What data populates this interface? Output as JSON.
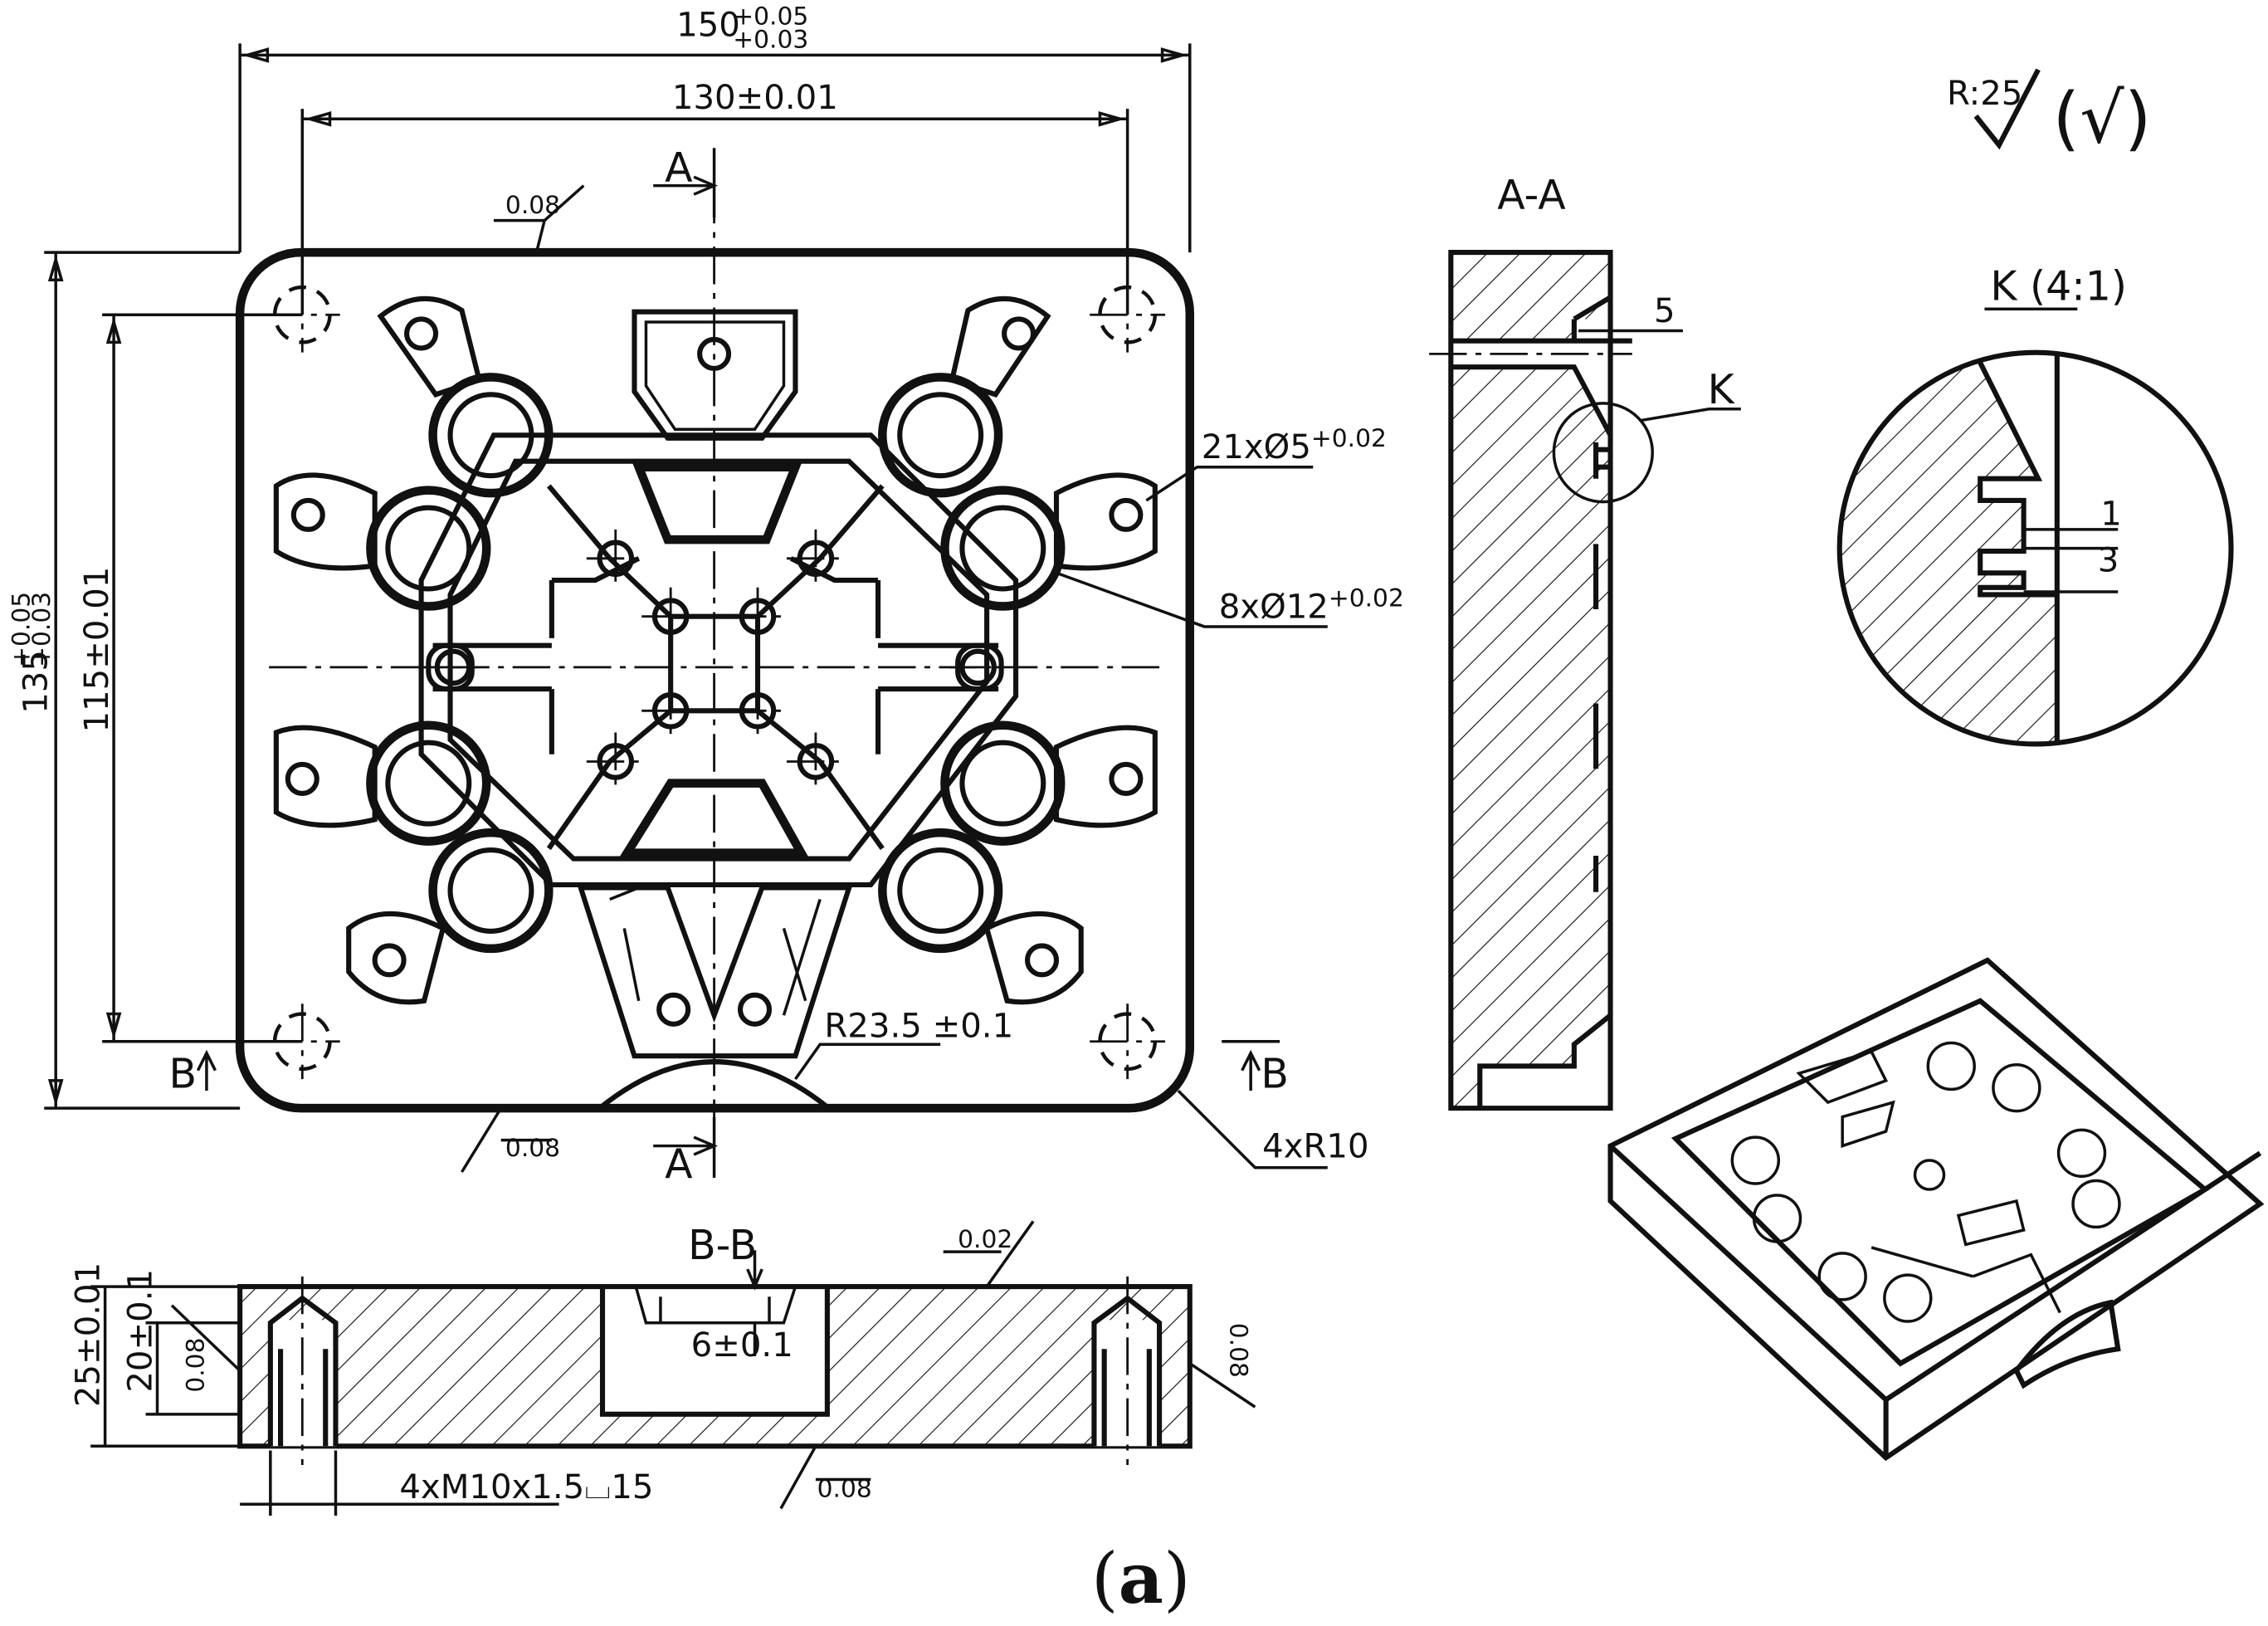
{
  "views": {
    "section_aa": "A-A",
    "section_bb": "B-B",
    "detail": "K (4:1)",
    "detail_marker": "K"
  },
  "dimensions": {
    "overall_width": {
      "base": "150",
      "upper": "+0.05",
      "lower": "+0.03"
    },
    "hole_pitch_x": "130±0.01",
    "overall_height": {
      "base": "135",
      "upper": "+0.05",
      "lower": "+0.03"
    },
    "hole_pitch_y": "115±0.01",
    "small_holes": {
      "base": "21xØ5",
      "tol": "+0.02"
    },
    "large_holes": {
      "base": "8xØ12",
      "tol": "+0.02"
    },
    "radius_cut": "R23.5  ±0.1",
    "corner_radius": "4xR10",
    "thickness": "25±0.01",
    "pocket_depth": "20±0.1",
    "slot_depth": "6±0.1",
    "threads": "4xM10x1.5⌴15",
    "section_a_depth": "5",
    "detail_dim_1": "1",
    "detail_dim_3": "3"
  },
  "tolerances": {
    "top_edge": "0.08",
    "bottom_edge": "0.08",
    "bb_top": "0.02",
    "bb_bottom": "0.08",
    "bb_left": "0.08",
    "bb_right": "0.08"
  },
  "section_markers": {
    "a": "A",
    "b": "B"
  },
  "surface_finish": {
    "value": "R:25",
    "symbol": "(√)"
  },
  "caption": {
    "open": "(",
    "letter": "a",
    "close": ")"
  }
}
